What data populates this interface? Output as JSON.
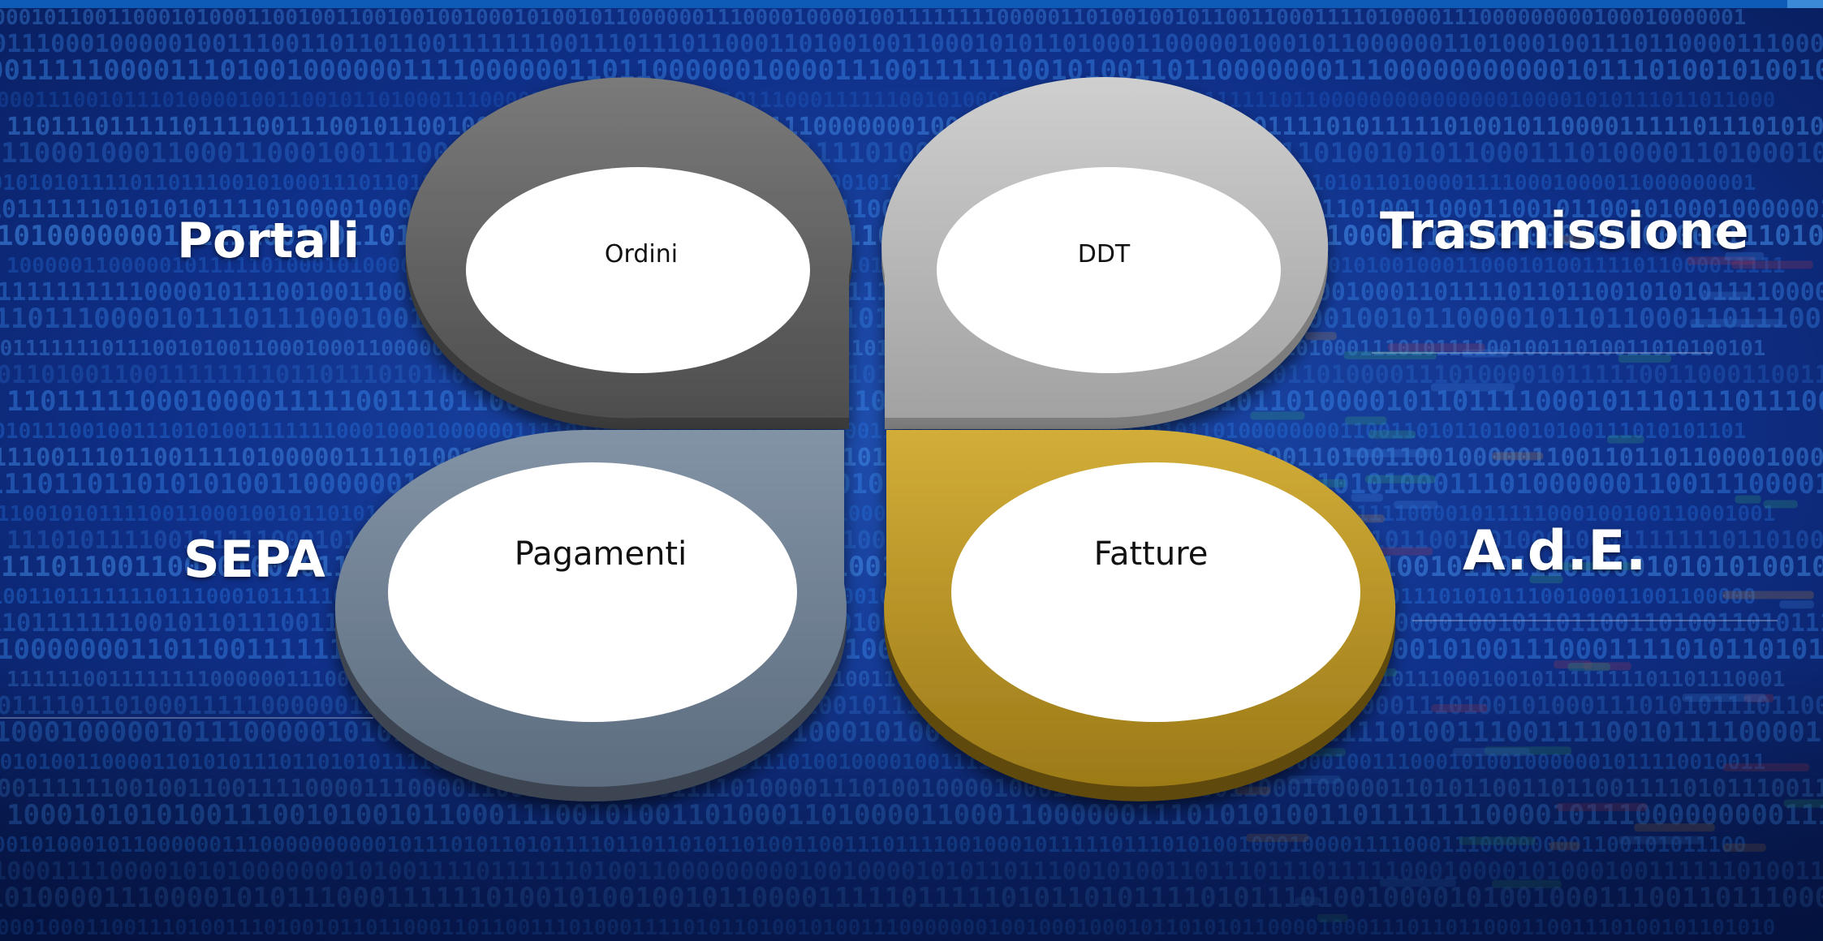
{
  "petals": {
    "top_left": "Ordini",
    "top_right": "DDT",
    "bottom_left": "Pagamenti",
    "bottom_right": "Fatture"
  },
  "side_labels": {
    "top_left": "Portali",
    "top_right": "Trasmissione",
    "bottom_left": "SEPA",
    "bottom_right": "A.d.E."
  },
  "colors": {
    "top_left_petal": "#6b6b6b",
    "top_right_petal": "#b8b8b8",
    "bottom_left_petal": "#6f7f92",
    "bottom_right_petal": "#b8962a",
    "background": "#0a1f66"
  }
}
